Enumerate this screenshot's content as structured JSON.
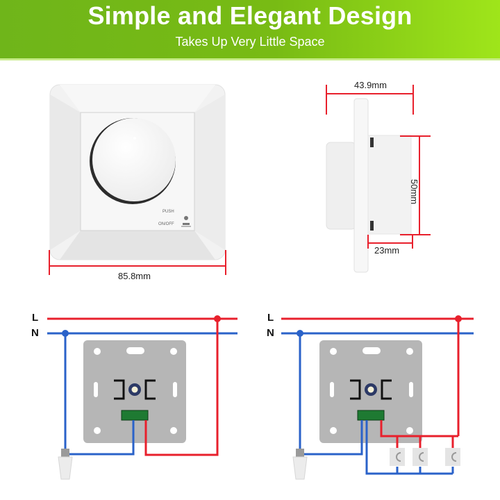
{
  "header": {
    "title": "Simple and Elegant Design",
    "subtitle": "Takes Up Very Little Space",
    "gradient_start": "#6fb51a",
    "gradient_end": "#9fe51a"
  },
  "front_view": {
    "width_label": "85.8mm",
    "push_label": "PUSH",
    "onoff_label": "ON/OFF"
  },
  "side_view": {
    "depth_label": "43.9mm",
    "height_label": "50mm",
    "body_depth_label": "23mm"
  },
  "wiring": {
    "left_diagram": {
      "line_label": "L",
      "neutral_label": "N",
      "lamps": 1,
      "switches": 0
    },
    "right_diagram": {
      "line_label": "L",
      "neutral_label": "N",
      "lamps": 1,
      "switches": 3
    },
    "line_color": "#e8202c",
    "neutral_color": "#2a62c9"
  }
}
